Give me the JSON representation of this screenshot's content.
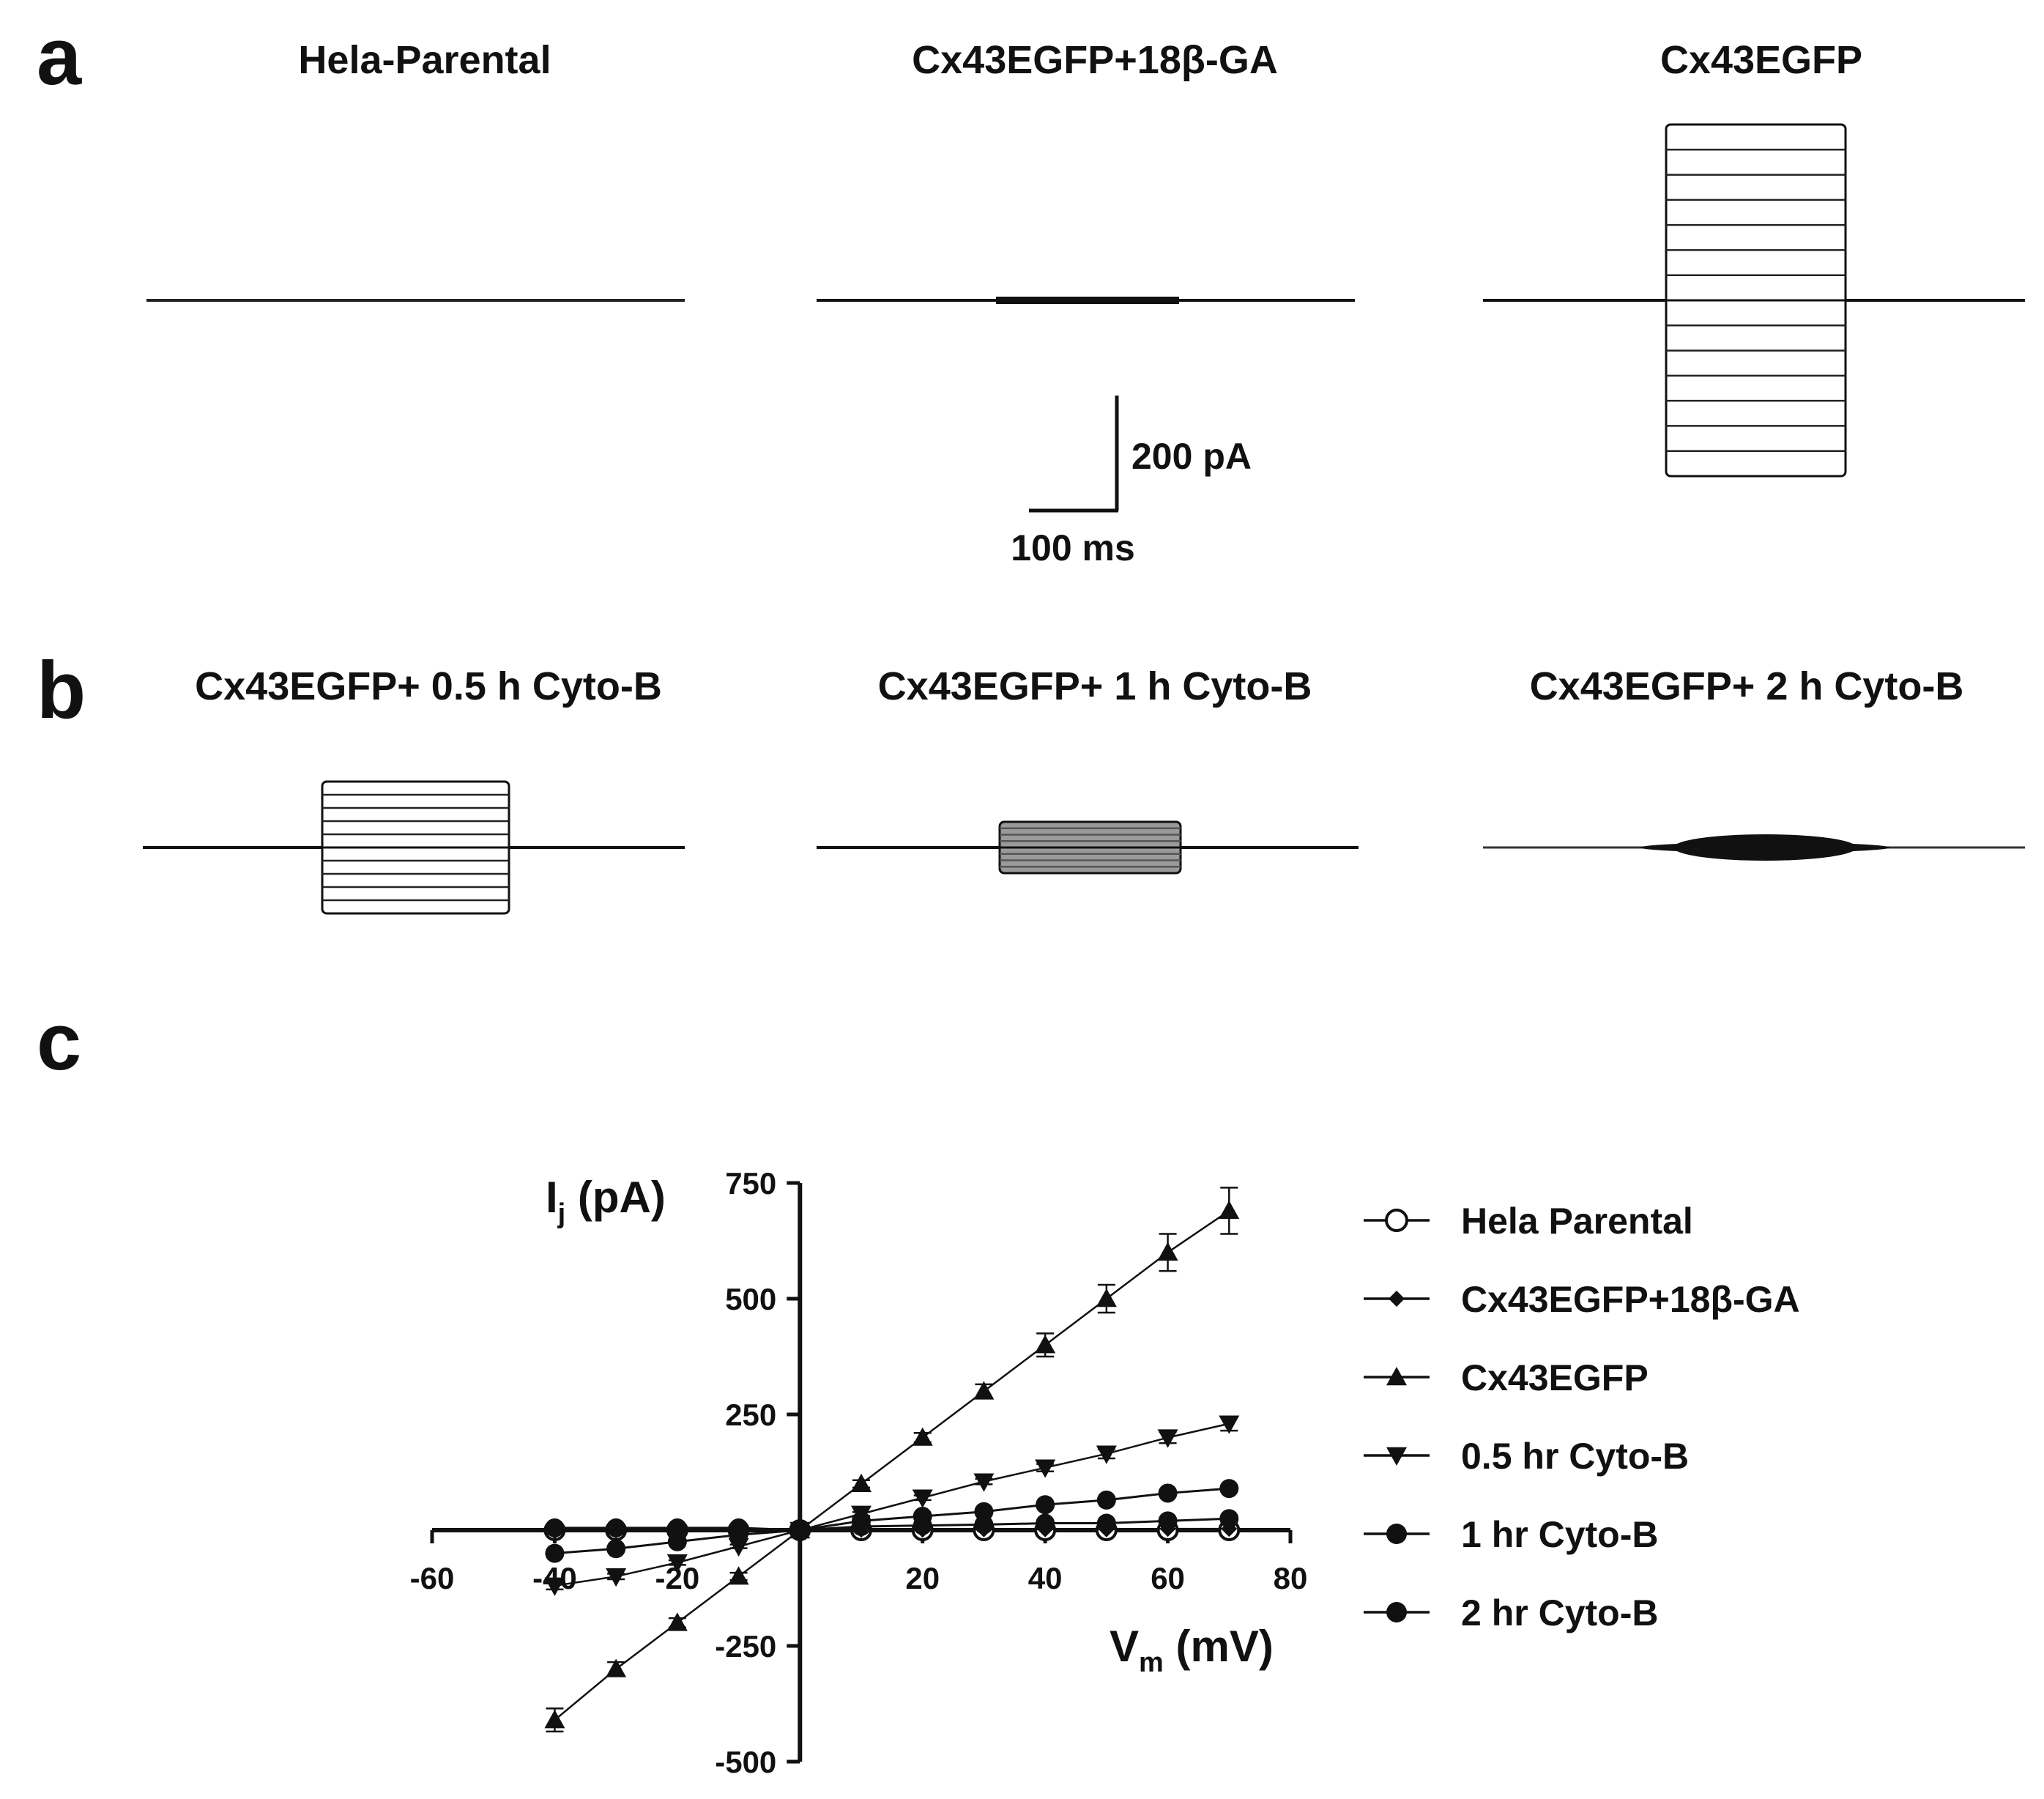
{
  "panels": {
    "a": {
      "letter": "a",
      "titles": [
        "Hela-Parental",
        "Cx43EGFP+18β-GA",
        "Cx43EGFP"
      ],
      "scale_bar": {
        "current": "200 pA",
        "time": "100 ms"
      }
    },
    "b": {
      "letter": "b",
      "titles": [
        "Cx43EGFP+ 0.5 h Cyto-B",
        "Cx43EGFP+ 1 h Cyto-B",
        "Cx43EGFP+ 2 h Cyto-B"
      ]
    },
    "c": {
      "letter": "c"
    }
  },
  "chart_data": {
    "type": "line",
    "title": "",
    "ylabel_main": "I",
    "ylabel_sub": "j",
    "ylabel_unit": " (pA)",
    "xlabel_main": "V",
    "xlabel_sub": "m",
    "xlabel_unit": " (mV)",
    "xlim": [
      -60,
      80
    ],
    "ylim": [
      -500,
      750
    ],
    "xticks": [
      -60,
      -40,
      -20,
      20,
      40,
      60,
      80
    ],
    "yticks": [
      750,
      500,
      250,
      -250,
      -500
    ],
    "legend_position": "right",
    "x": [
      -40,
      -30,
      -20,
      -10,
      0,
      10,
      20,
      30,
      40,
      50,
      60,
      70
    ],
    "series": [
      {
        "name": "Hela Parental",
        "marker": "circle-open",
        "values": [
          0,
          0,
          0,
          0,
          0,
          0,
          0,
          0,
          0,
          0,
          0,
          0
        ]
      },
      {
        "name": "Cx43EGFP+18β-GA",
        "marker": "diamond",
        "values": [
          -2,
          -1,
          -1,
          0,
          0,
          1,
          1,
          2,
          2,
          2,
          3,
          3
        ]
      },
      {
        "name": "Cx43EGFP",
        "marker": "triangle-up",
        "values": [
          -410,
          -300,
          -200,
          -100,
          0,
          100,
          200,
          300,
          400,
          500,
          600,
          690
        ],
        "errors": [
          25,
          15,
          10,
          8,
          0,
          8,
          10,
          15,
          25,
          30,
          40,
          50
        ]
      },
      {
        "name": "0.5 hr Cyto-B",
        "marker": "triangle-down",
        "values": [
          -120,
          -100,
          -70,
          -35,
          0,
          35,
          70,
          105,
          135,
          165,
          200,
          230
        ],
        "errors": [
          8,
          6,
          5,
          4,
          0,
          4,
          5,
          6,
          8,
          10,
          12,
          15
        ]
      },
      {
        "name": "1 hr Cyto-B",
        "marker": "circle",
        "values": [
          -50,
          -40,
          -25,
          -10,
          0,
          20,
          30,
          40,
          55,
          65,
          80,
          90
        ]
      },
      {
        "name": "2 hr Cyto-B",
        "marker": "circle",
        "values": [
          5,
          5,
          5,
          5,
          0,
          8,
          10,
          12,
          15,
          15,
          20,
          25
        ]
      }
    ]
  }
}
